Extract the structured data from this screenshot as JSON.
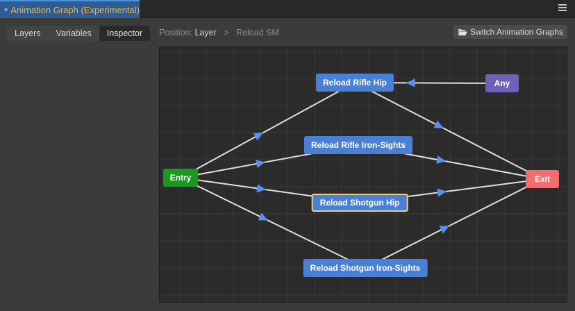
{
  "window": {
    "title": "Animation Graph (Experimental)"
  },
  "tabs": [
    {
      "label": "Layers",
      "active": false
    },
    {
      "label": "Variables",
      "active": false
    },
    {
      "label": "Inspector",
      "active": true
    }
  ],
  "breadcrumb": {
    "prefix": "Position:",
    "current": "Layer",
    "separator": ">",
    "last": "Reload SM"
  },
  "switch_button": {
    "label": "Switch Animation Graphs",
    "icon": "folder-open-icon"
  },
  "graph": {
    "nodes": [
      {
        "id": "entry",
        "label": "Entry",
        "kind": "entry",
        "selected": false
      },
      {
        "id": "exit",
        "label": "Exit",
        "kind": "exit",
        "selected": false
      },
      {
        "id": "any",
        "label": "Any",
        "kind": "any",
        "selected": false
      },
      {
        "id": "rifle-hip",
        "label": "Reload Rifle Hip",
        "kind": "state",
        "selected": false
      },
      {
        "id": "rifle-iron",
        "label": "Reload Rifle Iron-Sights",
        "kind": "state",
        "selected": false
      },
      {
        "id": "shotgun-hip",
        "label": "Reload Shotgun Hip",
        "kind": "state",
        "selected": true
      },
      {
        "id": "shotgun-iron",
        "label": "Reload Shotgun Iron-Sights",
        "kind": "state",
        "selected": false
      }
    ],
    "edges": [
      {
        "from": "entry",
        "to": "rifle-hip"
      },
      {
        "from": "entry",
        "to": "rifle-iron"
      },
      {
        "from": "entry",
        "to": "shotgun-hip"
      },
      {
        "from": "entry",
        "to": "shotgun-iron"
      },
      {
        "from": "rifle-hip",
        "to": "exit"
      },
      {
        "from": "rifle-iron",
        "to": "exit"
      },
      {
        "from": "shotgun-hip",
        "to": "exit"
      },
      {
        "from": "shotgun-iron",
        "to": "exit"
      },
      {
        "from": "any",
        "to": "rifle-hip"
      }
    ],
    "colors": {
      "state": "#4a7fd6",
      "entry": "#1e9624",
      "exit": "#ef6f6f",
      "any": "#6e62b8",
      "selected_outline": "#f5d06a",
      "arrow": "#5b8ef0",
      "edge": "#e0e0e0"
    }
  }
}
